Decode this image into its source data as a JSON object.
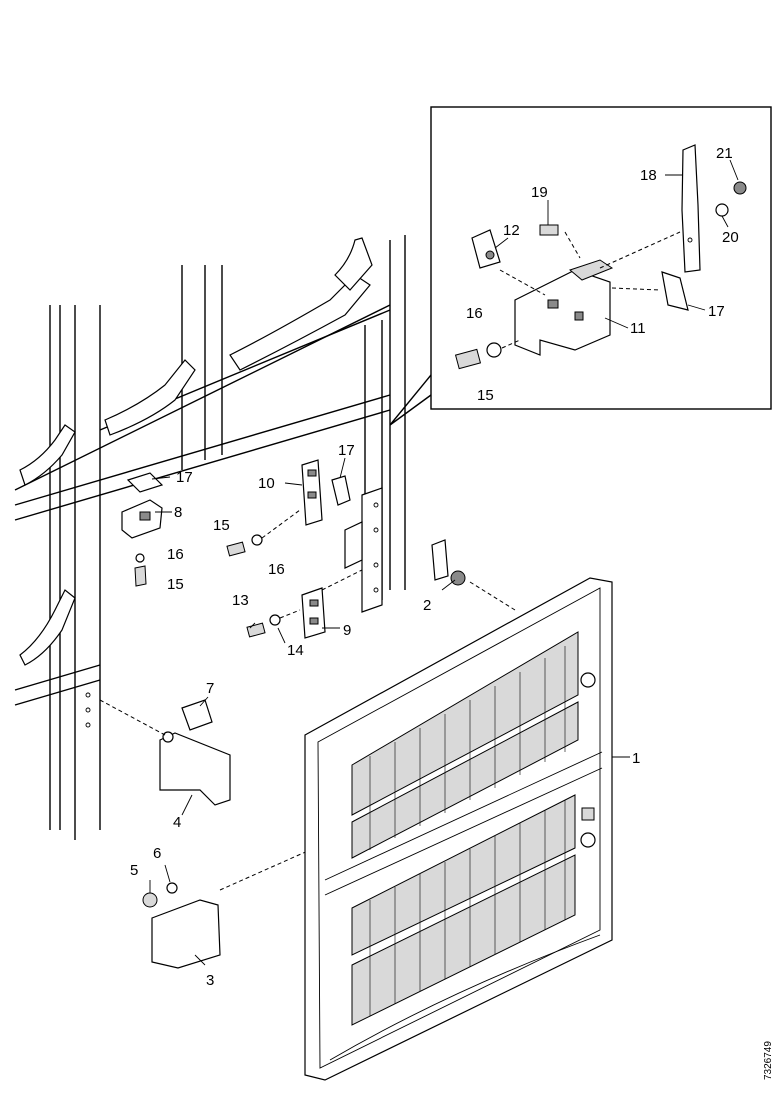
{
  "diagram": {
    "callouts": [
      {
        "id": "c1",
        "text": "1"
      },
      {
        "id": "c2",
        "text": "2"
      },
      {
        "id": "c3",
        "text": "3"
      },
      {
        "id": "c4",
        "text": "4"
      },
      {
        "id": "c5",
        "text": "5"
      },
      {
        "id": "c6",
        "text": "6"
      },
      {
        "id": "c7",
        "text": "7"
      },
      {
        "id": "c8",
        "text": "8"
      },
      {
        "id": "c9",
        "text": "9"
      },
      {
        "id": "c10",
        "text": "10"
      },
      {
        "id": "c11",
        "text": "11"
      },
      {
        "id": "c12",
        "text": "12"
      },
      {
        "id": "c13",
        "text": "13"
      },
      {
        "id": "c14",
        "text": "14"
      },
      {
        "id": "c15a",
        "text": "15"
      },
      {
        "id": "c15b",
        "text": "15"
      },
      {
        "id": "c15c",
        "text": "15"
      },
      {
        "id": "c16a",
        "text": "16"
      },
      {
        "id": "c16b",
        "text": "16"
      },
      {
        "id": "c16c",
        "text": "16"
      },
      {
        "id": "c17a",
        "text": "17"
      },
      {
        "id": "c17b",
        "text": "17"
      },
      {
        "id": "c17c",
        "text": "17"
      },
      {
        "id": "c18",
        "text": "18"
      },
      {
        "id": "c19",
        "text": "19"
      },
      {
        "id": "c20",
        "text": "20"
      },
      {
        "id": "c21",
        "text": "21"
      }
    ],
    "figure_code": "7326749"
  }
}
